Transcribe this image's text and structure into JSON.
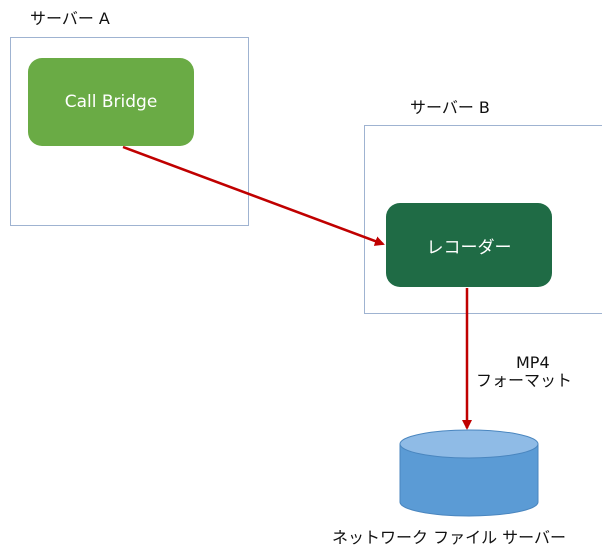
{
  "server_a": {
    "title": "サーバー A"
  },
  "server_b": {
    "title": "サーバー B"
  },
  "call_bridge": {
    "label": "Call Bridge"
  },
  "recorder": {
    "label": "レコーダー"
  },
  "format": {
    "line1": "MP4",
    "line2": "フォーマット"
  },
  "storage": {
    "label": "ネットワーク ファイル サーバー"
  },
  "colors": {
    "call_bridge_fill": "#6aab45",
    "recorder_fill": "#1f6b45",
    "arrow": "#c00000",
    "cylinder_fill": "#5b9bd5",
    "cylinder_top": "#8fbbe6",
    "box_border": "#9fb3d1"
  }
}
